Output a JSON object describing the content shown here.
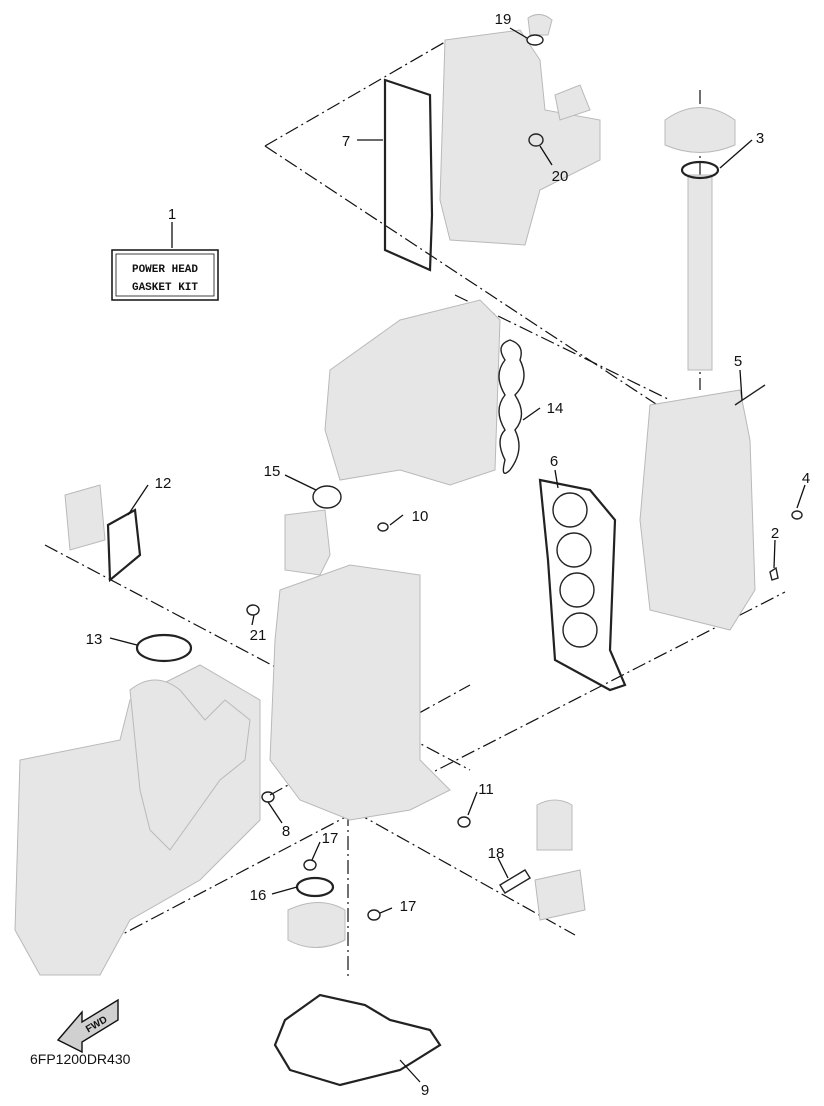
{
  "label_box": {
    "line1": "POWER HEAD",
    "line2": "GASKET KIT"
  },
  "diagram_code": "6FP1200DR430",
  "fwd_arrow": {
    "icon": "forward-arrow-icon",
    "text": "FWD"
  },
  "callouts": [
    {
      "id": "c1",
      "text": "1"
    },
    {
      "id": "c2",
      "text": "2"
    },
    {
      "id": "c3",
      "text": "3"
    },
    {
      "id": "c4",
      "text": "4"
    },
    {
      "id": "c5",
      "text": "5"
    },
    {
      "id": "c6",
      "text": "6"
    },
    {
      "id": "c7",
      "text": "7"
    },
    {
      "id": "c8",
      "text": "8"
    },
    {
      "id": "c9",
      "text": "9"
    },
    {
      "id": "c10",
      "text": "10"
    },
    {
      "id": "c11",
      "text": "11"
    },
    {
      "id": "c12",
      "text": "12"
    },
    {
      "id": "c13",
      "text": "13"
    },
    {
      "id": "c14",
      "text": "14"
    },
    {
      "id": "c15",
      "text": "15"
    },
    {
      "id": "c16",
      "text": "16"
    },
    {
      "id": "c17a",
      "text": "17"
    },
    {
      "id": "c17b",
      "text": "17"
    },
    {
      "id": "c18",
      "text": "18"
    },
    {
      "id": "c19",
      "text": "19"
    },
    {
      "id": "c20",
      "text": "20"
    },
    {
      "id": "c21",
      "text": "21"
    }
  ]
}
